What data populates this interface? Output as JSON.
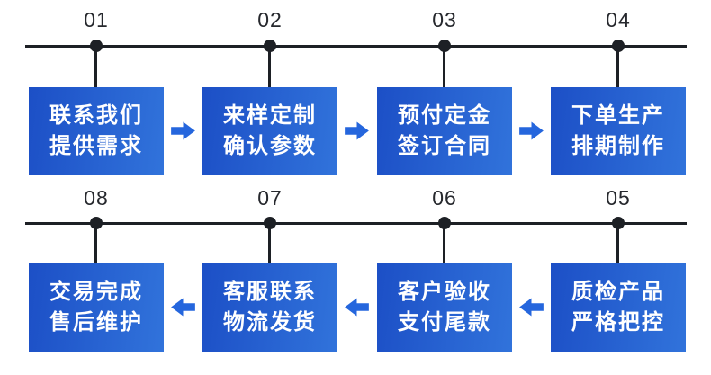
{
  "diagram": {
    "title": "order-process-flow",
    "colors": {
      "background": "#ffffff",
      "box_gradient_start": "#1c4fc6",
      "box_gradient_end": "#3173db",
      "box_text": "#ffffff",
      "arrow": "#2566dd",
      "timeline": "#1d2025",
      "number_text": "#26282d"
    },
    "rows": [
      {
        "direction": "right",
        "arrow_icon": "arrow-right",
        "steps": [
          {
            "number": "01",
            "line1": "联系我们",
            "line2": "提供需求"
          },
          {
            "number": "02",
            "line1": "来样定制",
            "line2": "确认参数"
          },
          {
            "number": "03",
            "line1": "预付定金",
            "line2": "签订合同"
          },
          {
            "number": "04",
            "line1": "下单生产",
            "line2": "排期制作"
          }
        ]
      },
      {
        "direction": "left",
        "arrow_icon": "arrow-left",
        "steps": [
          {
            "number": "08",
            "line1": "交易完成",
            "line2": "售后维护"
          },
          {
            "number": "07",
            "line1": "客服联系",
            "line2": "物流发货"
          },
          {
            "number": "06",
            "line1": "客户验收",
            "line2": "支付尾款"
          },
          {
            "number": "05",
            "line1": "质检产品",
            "line2": "严格把控"
          }
        ]
      }
    ]
  }
}
